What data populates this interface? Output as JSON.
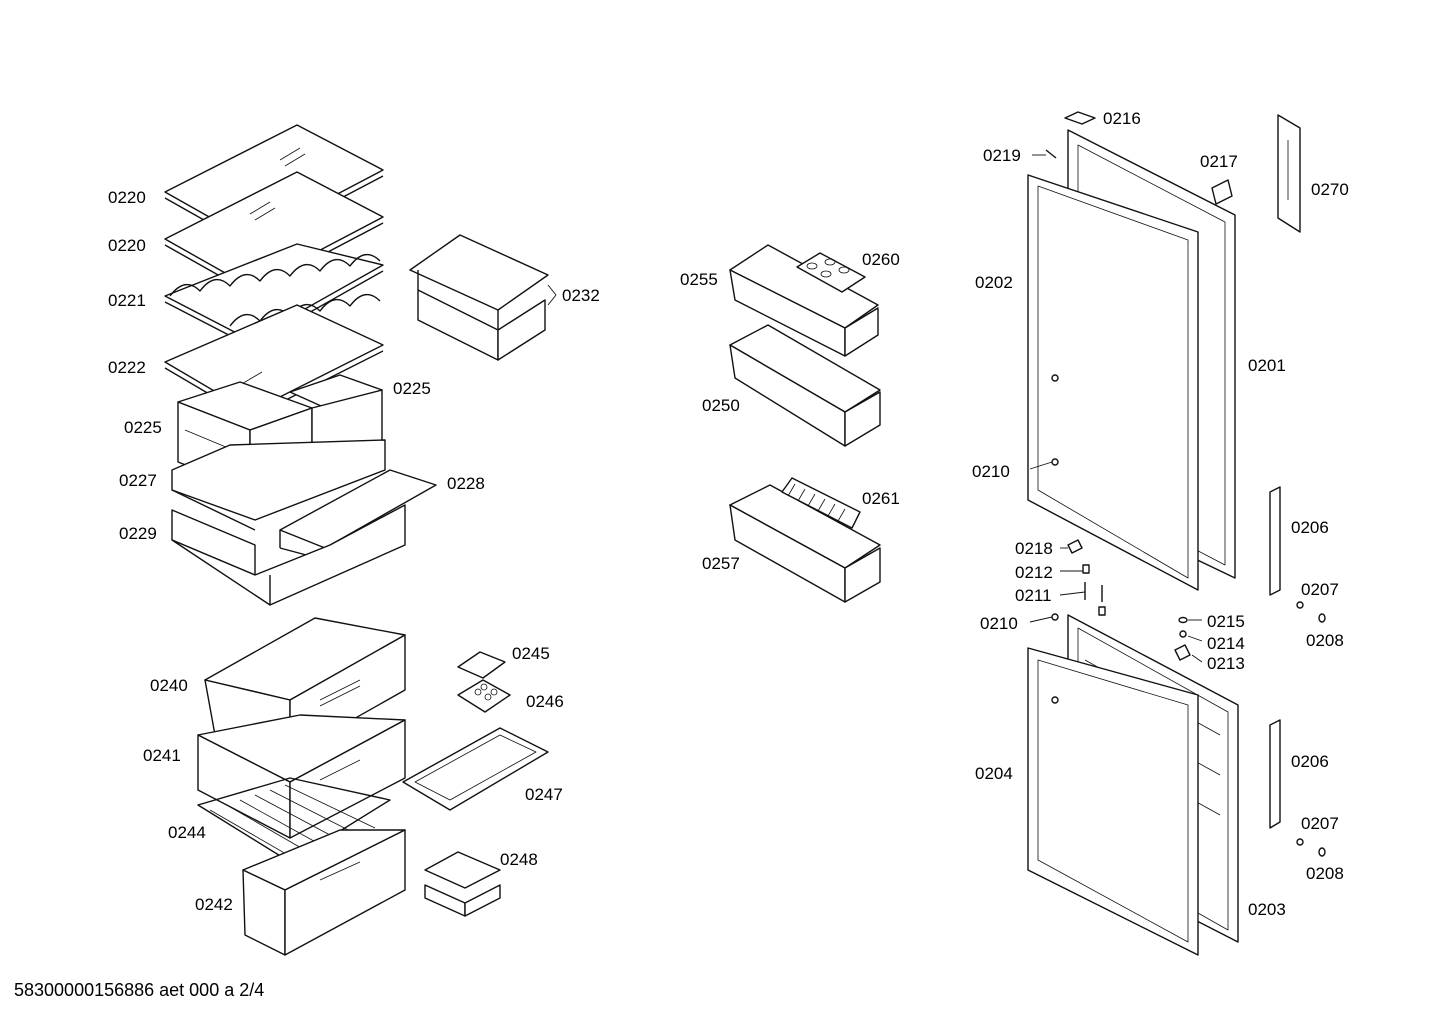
{
  "labels": {
    "l0220a": "0220",
    "l0220b": "0220",
    "l0221": "0221",
    "l0222": "0222",
    "l0225a": "0225",
    "l0225b": "0225",
    "l0227": "0227",
    "l0228": "0228",
    "l0229": "0229",
    "l0232": "0232",
    "l0240": "0240",
    "l0241": "0241",
    "l0244": "0244",
    "l0242": "0242",
    "l0245": "0245",
    "l0246": "0246",
    "l0247": "0247",
    "l0248": "0248",
    "l0255": "0255",
    "l0260": "0260",
    "l0250": "0250",
    "l0257": "0257",
    "l0261": "0261",
    "l0216": "0216",
    "l0219": "0219",
    "l0217": "0217",
    "l0270": "0270",
    "l0202": "0202",
    "l0201": "0201",
    "l0210a": "0210",
    "l0206a": "0206",
    "l0218": "0218",
    "l0212": "0212",
    "l0211": "0211",
    "l0207a": "0207",
    "l0210b": "0210",
    "l0215": "0215",
    "l0214": "0214",
    "l0213": "0213",
    "l0208a": "0208",
    "l0204": "0204",
    "l0206b": "0206",
    "l0207b": "0207",
    "l0208b": "0208",
    "l0203": "0203"
  },
  "footer": "58300000156886 aet 000 a 2/4"
}
